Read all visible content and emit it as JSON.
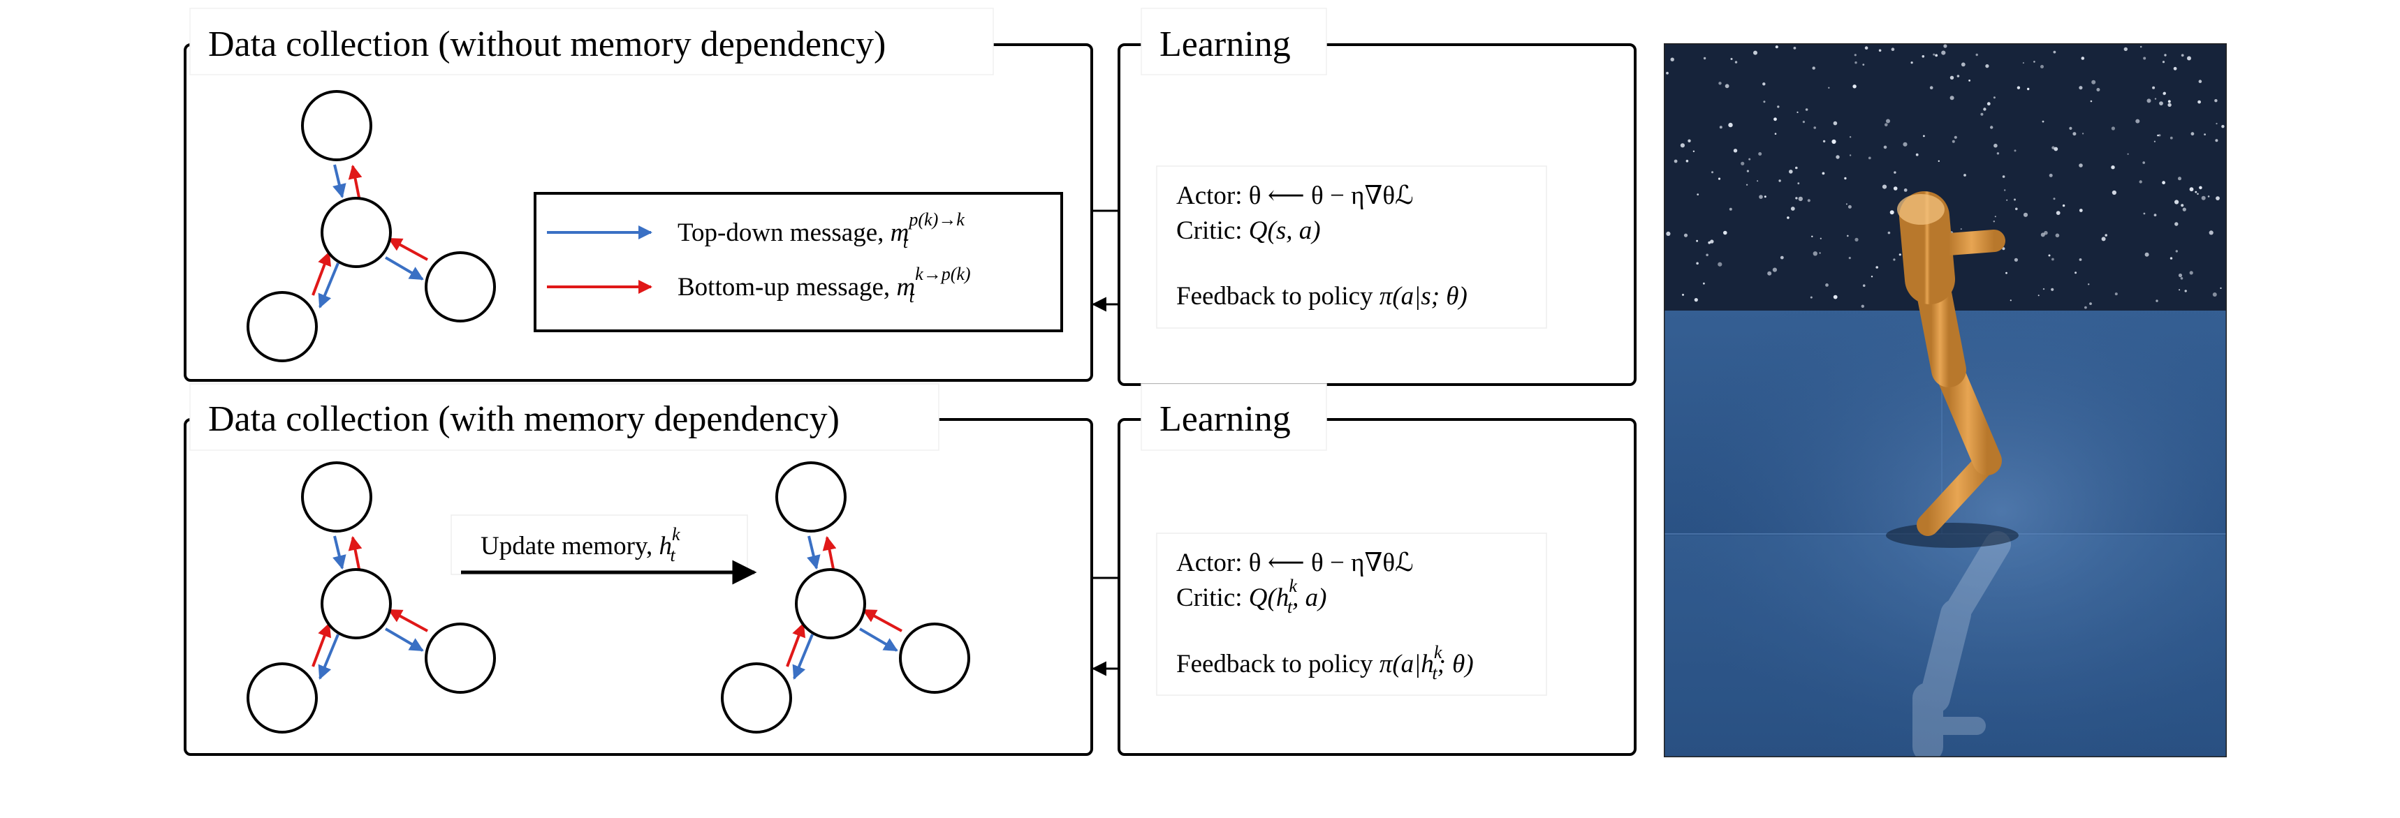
{
  "panels": {
    "top_left_title": "Data collection (without memory dependency)",
    "bottom_left_title": "Data collection (with memory dependency)",
    "top_right_title": "Learning",
    "bottom_right_title": "Learning"
  },
  "legend": {
    "topdown_label": "Top-down message, ",
    "topdown_var": "m",
    "topdown_sub": "t",
    "topdown_sup": "p(k)→k",
    "bottomup_label": "Bottom-up message, ",
    "bottomup_var": "m",
    "bottomup_sub": "t",
    "bottomup_sup": "k→p(k)"
  },
  "update_memory": {
    "label": "Update memory, ",
    "var": "h",
    "sub": "t",
    "sup": "k"
  },
  "learning_top": {
    "actor": "Actor: θ ⟵ θ − η∇θℒ",
    "critic_prefix": "Critic: ",
    "critic_math": "Q(s, a)",
    "feedback_prefix": "Feedback to policy ",
    "feedback_math": "π(a|s; θ)"
  },
  "learning_bottom": {
    "actor": "Actor: θ ⟵ θ − η∇θℒ",
    "critic_prefix": "Critic: ",
    "critic_math_a": "Q(h",
    "critic_sup": "k",
    "critic_sub": "t",
    "critic_math_b": ", a)",
    "feedback_prefix": "Feedback to policy ",
    "feedback_math_a": "π(a|h",
    "feedback_sup": "k",
    "feedback_sub": "t",
    "feedback_math_b": "; θ)"
  },
  "colors": {
    "topdown_arrow": "#3a70c4",
    "bottomup_arrow": "#e01818",
    "robot": "#d9963f",
    "sky": "#16233a",
    "floor": "#2f5d92"
  },
  "icons": {
    "robot_render": "walker-robot-image"
  }
}
